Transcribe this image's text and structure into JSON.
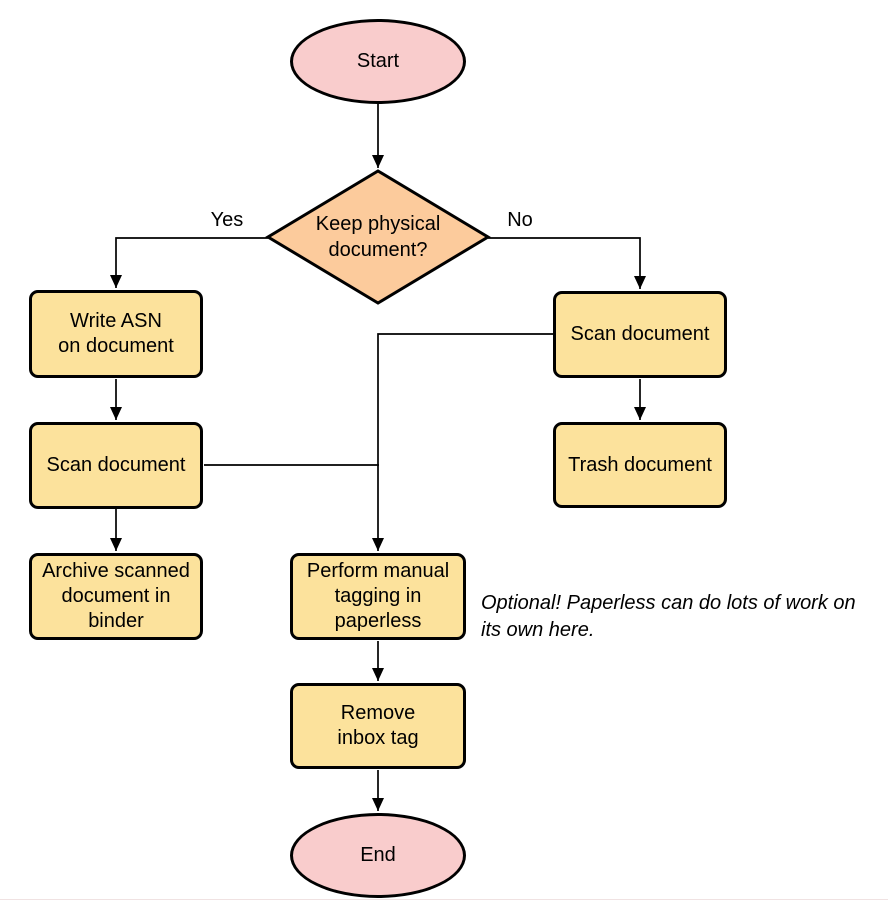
{
  "diagram": {
    "colors": {
      "terminator_fill": "#F9CCCC",
      "decision_fill": "#FCCB9C",
      "process_fill": "#FCE29C",
      "stroke": "#000000"
    },
    "nodes": {
      "start": {
        "label": "Start"
      },
      "decision": {
        "label": "Keep physical\ndocument?"
      },
      "write_asn": {
        "label": "Write ASN\non document"
      },
      "scan_left": {
        "label": "Scan document"
      },
      "archive": {
        "label": "Archive scanned\ndocument in\nbinder"
      },
      "scan_right": {
        "label": "Scan document"
      },
      "trash": {
        "label": "Trash document"
      },
      "tagging": {
        "label": "Perform manual\ntagging in\npaperless"
      },
      "remove_tag": {
        "label": "Remove\ninbox tag"
      },
      "end": {
        "label": "End"
      }
    },
    "edge_labels": {
      "yes": "Yes",
      "no": "No"
    },
    "note": {
      "text": "Optional! Paperless can do lots of work on\nits own here."
    }
  }
}
